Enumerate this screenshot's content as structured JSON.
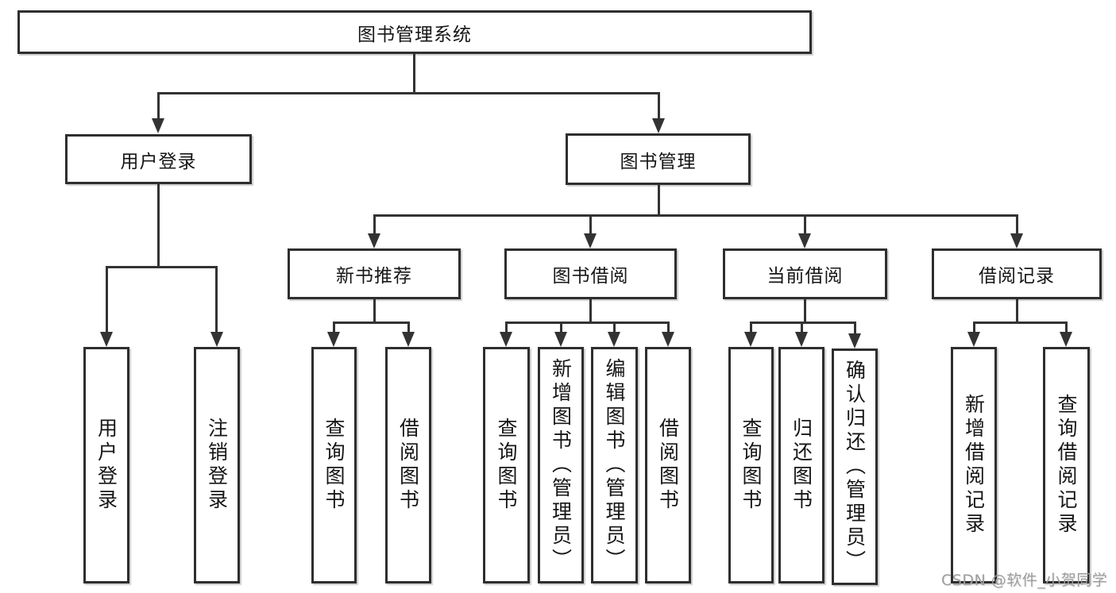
{
  "diagram": {
    "title_note": "library management system function tree",
    "colors": {
      "line": "#333333",
      "border": "#2e2e2e",
      "text": "#161616",
      "background": "#ffffff",
      "watermark": "#9e9e9e"
    },
    "root": {
      "label": "图书管理系统"
    },
    "level2": [
      {
        "label": "用户登录"
      },
      {
        "label": "图书管理"
      }
    ],
    "level3": [
      {
        "label": "新书推荐"
      },
      {
        "label": "图书借阅"
      },
      {
        "label": "当前借阅"
      },
      {
        "label": "借阅记录"
      }
    ],
    "leaves": [
      {
        "label": "用户登录"
      },
      {
        "label": "注销登录"
      },
      {
        "label": "查询图书"
      },
      {
        "label": "借阅图书"
      },
      {
        "label": "查询图书"
      },
      {
        "label": "新增图书（管理员）"
      },
      {
        "label": "编辑图书（管理员）"
      },
      {
        "label": "借阅图书"
      },
      {
        "label": "查询图书"
      },
      {
        "label": "归还图书"
      },
      {
        "label": "确认归还（管理员）"
      },
      {
        "label": "新增借阅记录"
      },
      {
        "label": "查询借阅记录"
      }
    ]
  },
  "watermark": {
    "text": "CSDN @软件_小贺同学"
  }
}
